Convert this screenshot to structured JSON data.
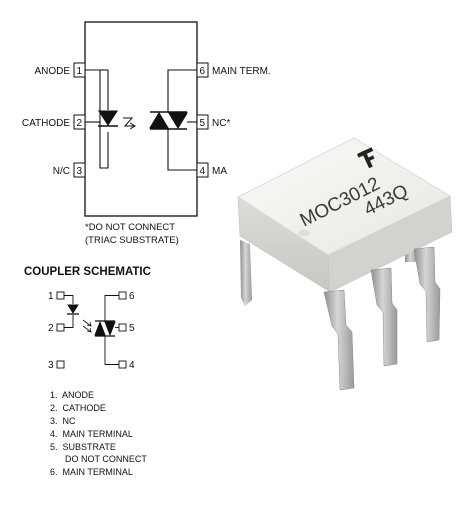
{
  "top_diagram": {
    "pins": [
      {
        "num": "1",
        "label": "ANODE"
      },
      {
        "num": "2",
        "label": "CATHODE"
      },
      {
        "num": "3",
        "label": "N/C"
      },
      {
        "num": "4",
        "label": "MA"
      },
      {
        "num": "5",
        "label": "NC*"
      },
      {
        "num": "6",
        "label": "MAIN TERM."
      }
    ],
    "note_line1": "*DO NOT CONNECT",
    "note_line2": "(TRIAC SUBSTRATE)"
  },
  "coupler": {
    "title": "COUPLER SCHEMATIC",
    "pins": [
      "1",
      "2",
      "3",
      "4",
      "5",
      "6"
    ]
  },
  "legend": [
    "1.  ANODE",
    "2.  CATHODE",
    "3.  NC",
    "4.  MAIN TERMINAL",
    "5.  SUBSTRATE",
    "      DO NOT CONNECT",
    "6.  MAIN TERMINAL"
  ],
  "chip": {
    "part_number": "MOC3012",
    "date_code": "443Q",
    "logo_icon": "fairchild-logo-icon",
    "body_color": "#eeeeea",
    "pin_color": "#b9b9b9"
  }
}
